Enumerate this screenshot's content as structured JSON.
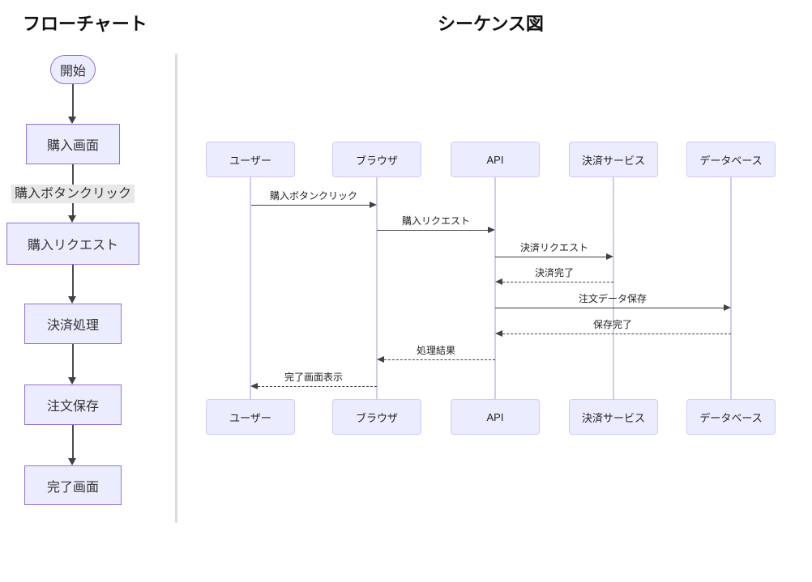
{
  "flowchart": {
    "title": "フローチャート",
    "start_label": "開始",
    "nodes": [
      "購入画面",
      "購入リクエスト",
      "決済処理",
      "注文保存",
      "完了画面"
    ],
    "edge_label": "購入ボタンクリック"
  },
  "sequence": {
    "title": "シーケンス図",
    "actors": [
      "ユーザー",
      "ブラウザ",
      "API",
      "決済サービス",
      "データベース"
    ],
    "messages": [
      {
        "from": "ユーザー",
        "to": "ブラウザ",
        "label": "購入ボタンクリック",
        "style": "solid"
      },
      {
        "from": "ブラウザ",
        "to": "API",
        "label": "購入リクエスト",
        "style": "solid"
      },
      {
        "from": "API",
        "to": "決済サービス",
        "label": "決済リクエスト",
        "style": "solid"
      },
      {
        "from": "決済サービス",
        "to": "API",
        "label": "決済完了",
        "style": "dashed"
      },
      {
        "from": "API",
        "to": "データベース",
        "label": "注文データ保存",
        "style": "solid"
      },
      {
        "from": "データベース",
        "to": "API",
        "label": "保存完了",
        "style": "dashed"
      },
      {
        "from": "API",
        "to": "ブラウザ",
        "label": "処理結果",
        "style": "dashed"
      },
      {
        "from": "ブラウザ",
        "to": "ユーザー",
        "label": "完了画面表示",
        "style": "dashed"
      }
    ]
  },
  "colors": {
    "node_fill": "#ECECFF",
    "node_border": "#9370DB",
    "actor_border": "#CCCCFF",
    "edge_label_bg": "#E8E8E8",
    "arrow": "#3F3F46",
    "lifeline": "#CFCCEC",
    "divider": "#DCDCDC",
    "background": "#FFFFFF"
  }
}
